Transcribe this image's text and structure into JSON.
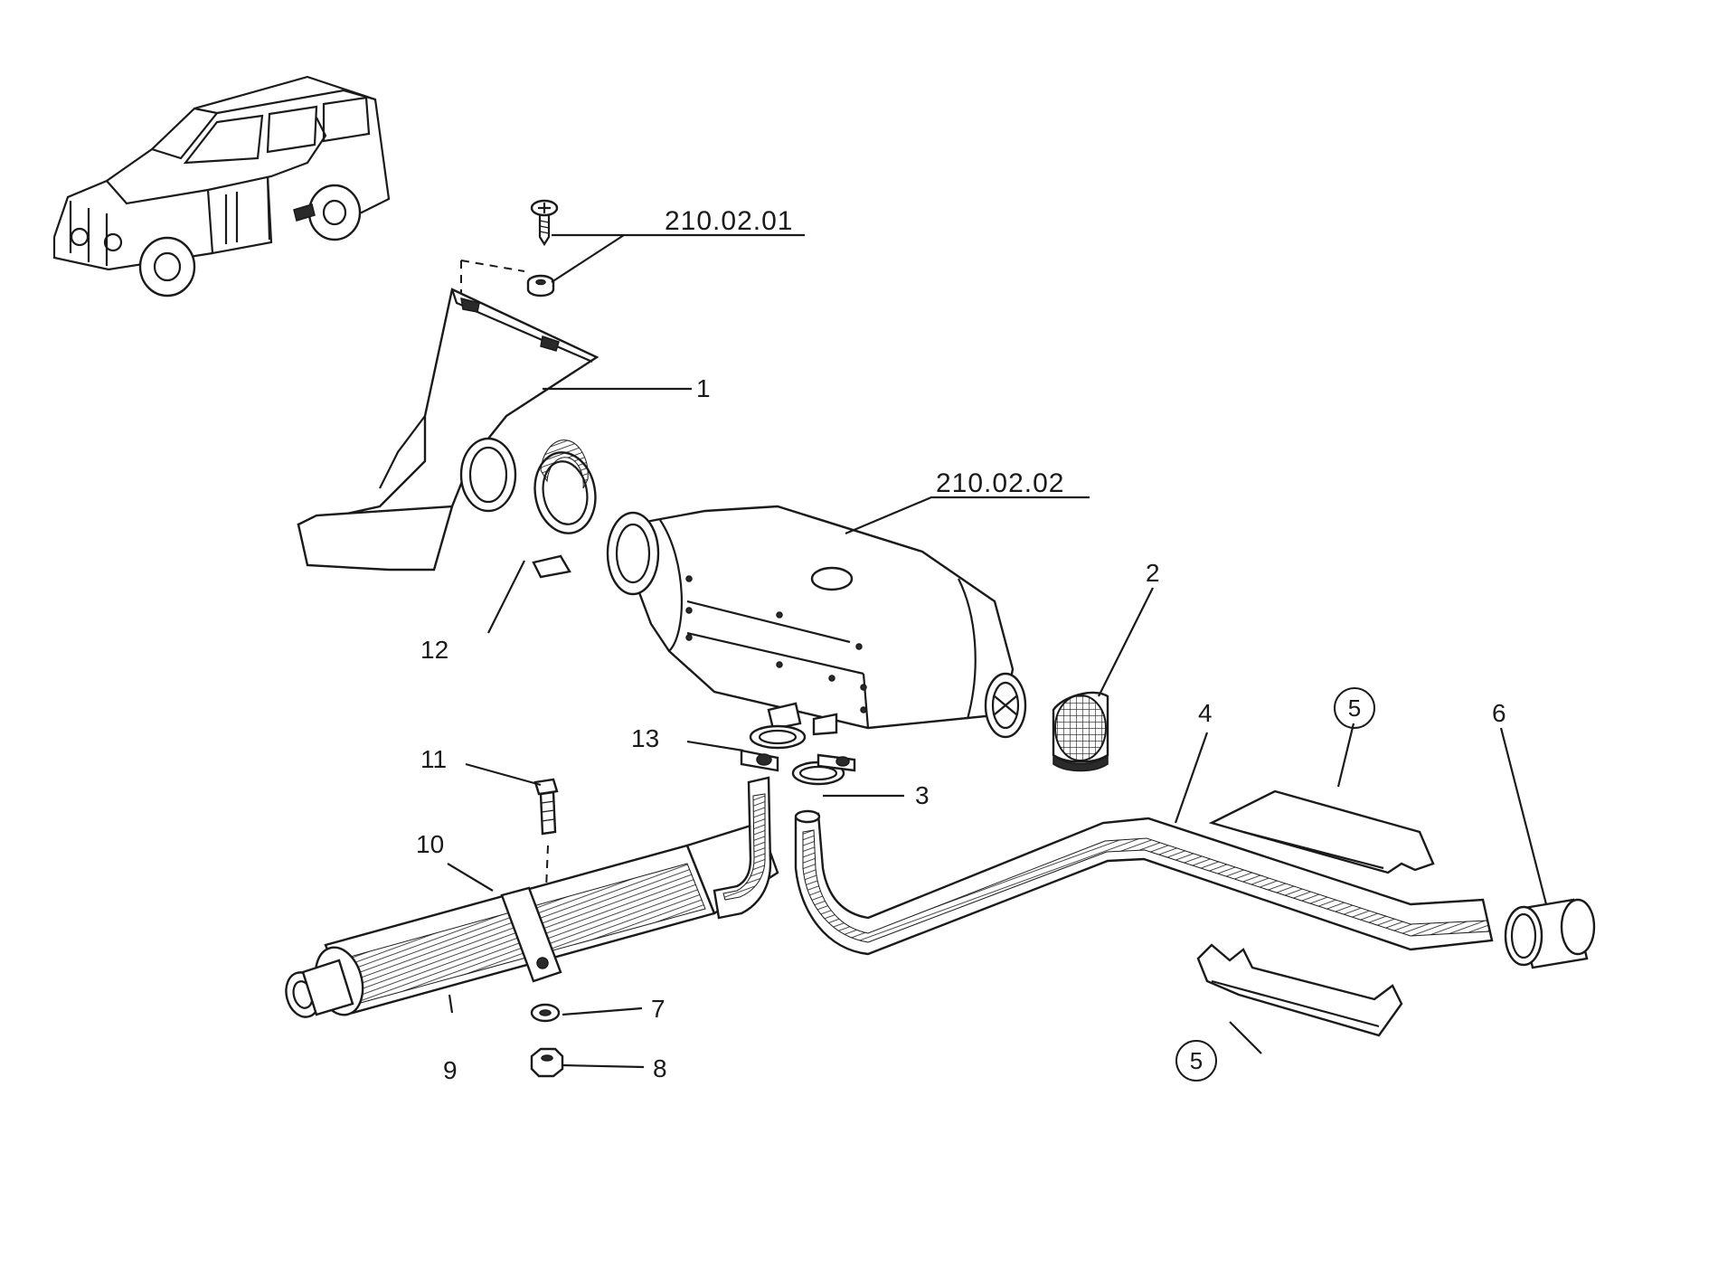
{
  "diagram": {
    "callouts": {
      "ref_21002_01": "210.02.01",
      "ref_21002_02": "210.02.02",
      "c1": "1",
      "c2": "2",
      "c3": "3",
      "c4": "4",
      "c5_top": "5",
      "c5_bottom": "5",
      "c6": "6",
      "c7": "7",
      "c8": "8",
      "c9": "9",
      "c10": "10",
      "c11": "11",
      "c12": "12",
      "c13": "13"
    }
  }
}
